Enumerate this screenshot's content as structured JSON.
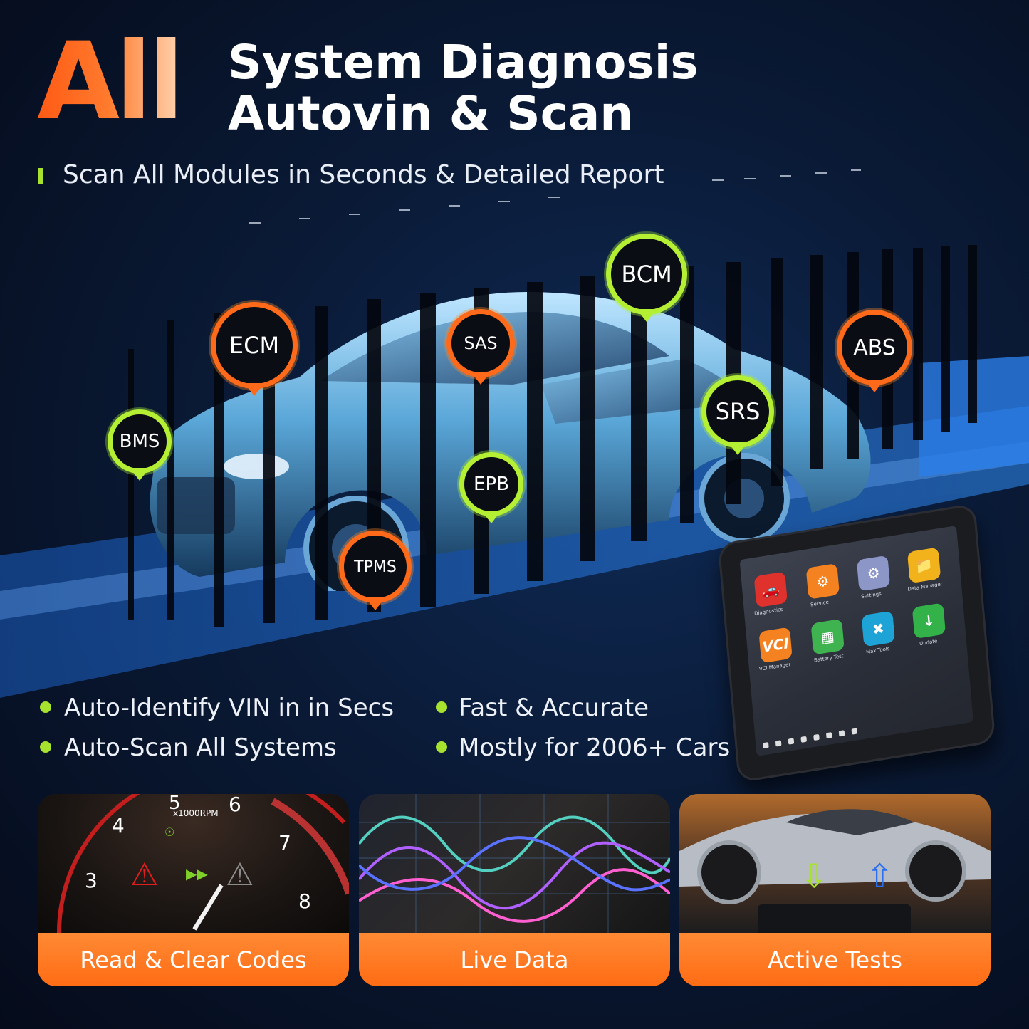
{
  "header": {
    "big_word": "All",
    "title_line1": "System Diagnosis",
    "title_line2": "Autovin & Scan",
    "subtitle": "Scan All Modules in Seconds & Detailed Report"
  },
  "modules": [
    {
      "name": "ECM",
      "color": "orange"
    },
    {
      "name": "SAS",
      "color": "orange"
    },
    {
      "name": "BCM",
      "color": "green"
    },
    {
      "name": "ABS",
      "color": "orange"
    },
    {
      "name": "BMS",
      "color": "green"
    },
    {
      "name": "SRS",
      "color": "green"
    },
    {
      "name": "EPB",
      "color": "green"
    },
    {
      "name": "TPMS",
      "color": "orange"
    }
  ],
  "tablet": {
    "apps": [
      {
        "label": "Diagnostics",
        "icon": "car-icon"
      },
      {
        "label": "Service",
        "icon": "service-icon"
      },
      {
        "label": "Settings",
        "icon": "gear-icon"
      },
      {
        "label": "Data Manager",
        "icon": "folder-icon"
      },
      {
        "label": "VCI Manager",
        "icon": "vci-icon"
      },
      {
        "label": "Battery Test",
        "icon": "battery-icon"
      },
      {
        "label": "MaxiTools",
        "icon": "tools-icon"
      },
      {
        "label": "Update",
        "icon": "download-icon"
      }
    ],
    "vci_text": "VCI"
  },
  "features": [
    "Auto-Identify VIN in in Secs",
    "Fast & Accurate",
    "Auto-Scan All Systems",
    "Mostly for 2006+ Cars"
  ],
  "cards": [
    {
      "label": "Read & Clear Codes"
    },
    {
      "label": "Live Data"
    },
    {
      "label": "Active Tests"
    }
  ],
  "gauge": {
    "numbers": [
      "3",
      "4",
      "5",
      "6",
      "7",
      "8"
    ],
    "unit": "x1000RPM"
  },
  "colors": {
    "accent_orange": "#ff6a1a",
    "accent_green": "#b5ef34",
    "background": "#0a1a36"
  }
}
